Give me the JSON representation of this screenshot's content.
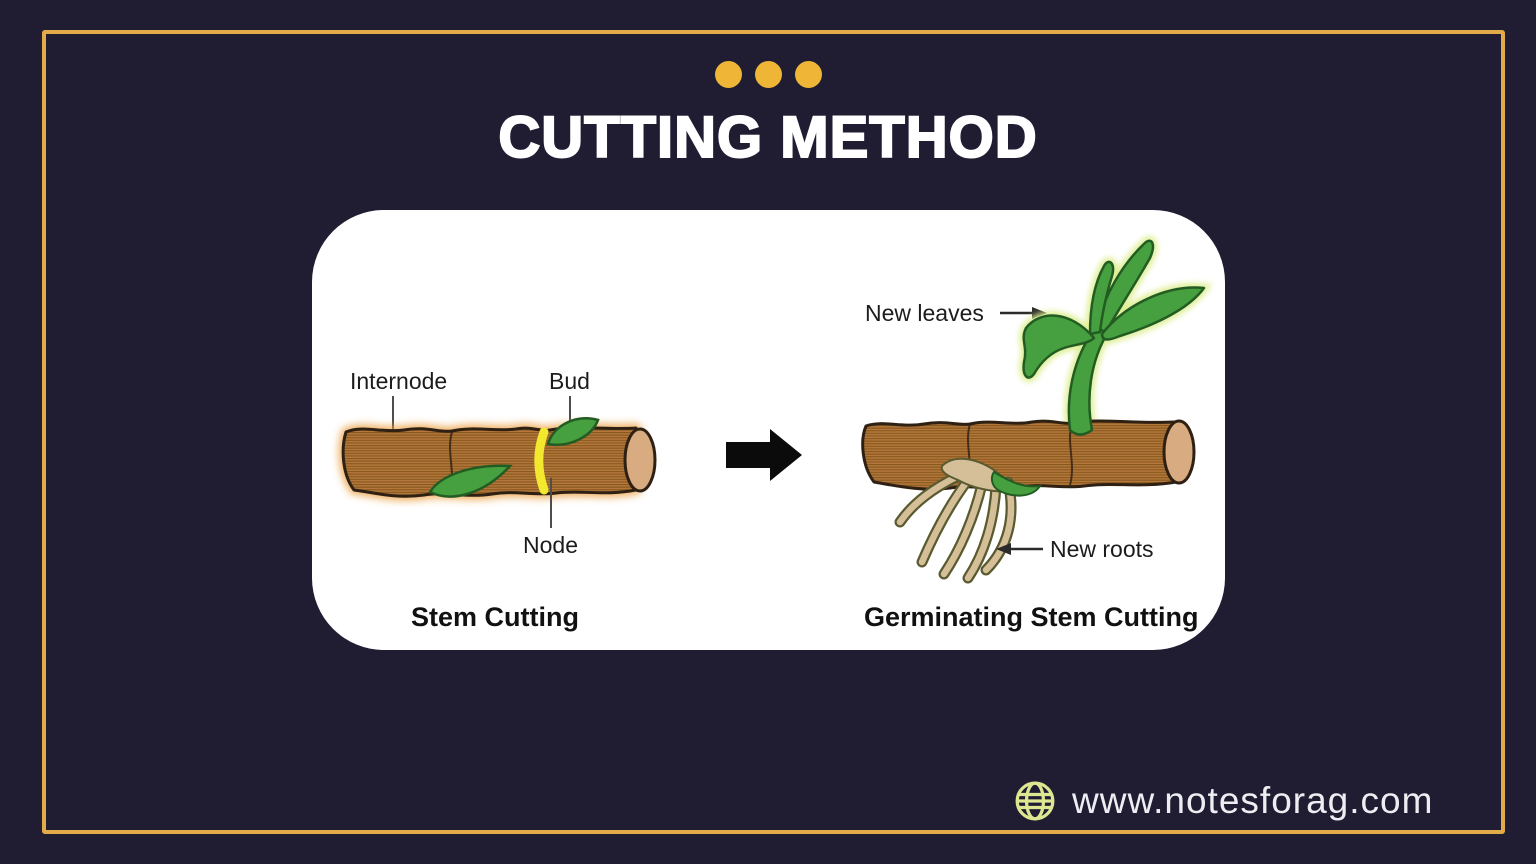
{
  "header": {
    "title": "CUTTING METHOD",
    "decoration_dots": 3
  },
  "diagram": {
    "left": {
      "caption": "Stem Cutting",
      "labels": {
        "internode": "Internode",
        "bud": "Bud",
        "node": "Node"
      }
    },
    "right": {
      "caption": "Germinating Stem Cutting",
      "labels": {
        "new_leaves": "New leaves",
        "new_roots": "New roots"
      }
    }
  },
  "footer": {
    "website": "www.notesforag.com"
  },
  "icons": {
    "globe": "globe-icon",
    "transform_arrow": "right-arrow-icon",
    "label_arrow_right": "arrow-right-icon",
    "label_arrow_left": "arrow-left-icon"
  },
  "colors": {
    "background": "#201d33",
    "frame_gold": "#e3aa4a",
    "dot_gold": "#efb537",
    "card_white": "#ffffff",
    "title_text": "#ffffff",
    "label_text": "#1c1c1c",
    "footer_text": "#edeef2",
    "globe_green": "#dde690",
    "stem_brown": "#b5773a",
    "stem_stripe": "#86581f",
    "stem_cap_tan": "#d9ab81",
    "node_yellow": "#f2e82e",
    "leaf_green": "#47a03f",
    "leaf_glow": "#dcee8c",
    "root_tan": "#d4bf98",
    "root_outline": "#5a5a30",
    "stem_glow": "#eb9c3a"
  }
}
